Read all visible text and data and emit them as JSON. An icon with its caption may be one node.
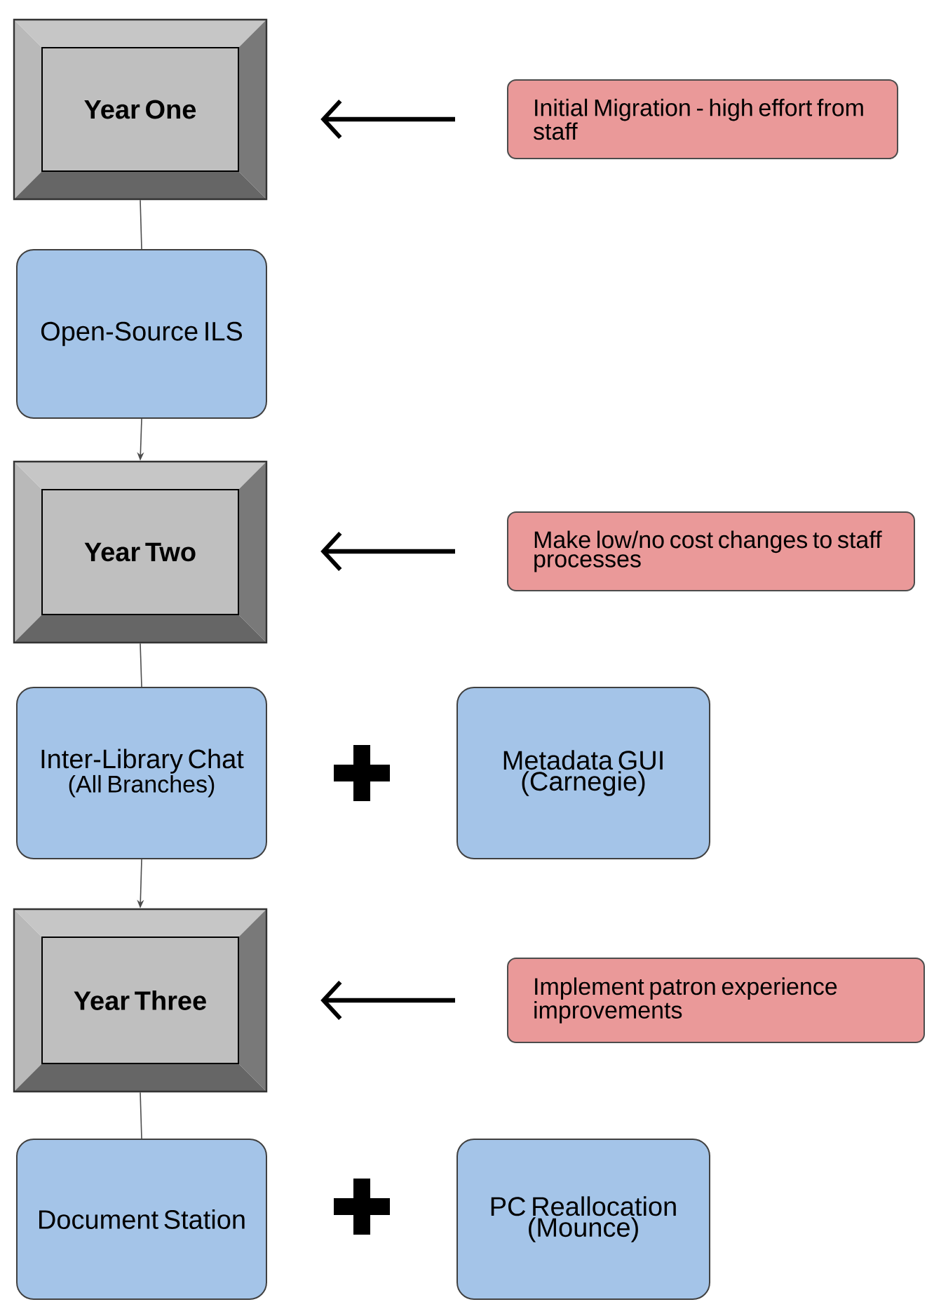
{
  "diagram": {
    "nodes": [
      {
        "text": [
          "Year One"
        ]
      },
      {
        "text": [
          "Open-Source ILS"
        ]
      },
      {
        "text": [
          "Year Two"
        ]
      },
      {
        "text": [
          "Inter-Library Chat",
          "(All Branches)"
        ]
      },
      {
        "text": [
          "Metadata GUI (Carnegie)"
        ]
      },
      {
        "text": [
          "Year Three"
        ]
      },
      {
        "text": [
          "Document Station"
        ]
      },
      {
        "text": [
          "PC Reallocation (Mounce)"
        ]
      },
      {
        "text": [
          "Initial Migration - high effort from staff"
        ]
      },
      {
        "text": [
          "Make low/no cost changes to staff processes"
        ]
      },
      {
        "text": [
          "Implement patron experience improvements"
        ]
      }
    ],
    "edges": [
      {
        "from": 0,
        "to": 1,
        "arrow": "none"
      },
      {
        "from": 1,
        "to": 2,
        "arrow": "to"
      },
      {
        "from": 2,
        "to": 3,
        "arrow": "none"
      },
      {
        "from": 3,
        "to": 5,
        "arrow": "to"
      },
      {
        "from": 5,
        "to": 6,
        "arrow": "none"
      },
      {
        "from": 8,
        "to": 0,
        "arrow": "to",
        "style": "thick"
      },
      {
        "from": 9,
        "to": 2,
        "arrow": "to",
        "style": "thick"
      },
      {
        "from": 10,
        "to": 5,
        "arrow": "to",
        "style": "thick"
      }
    ]
  }
}
